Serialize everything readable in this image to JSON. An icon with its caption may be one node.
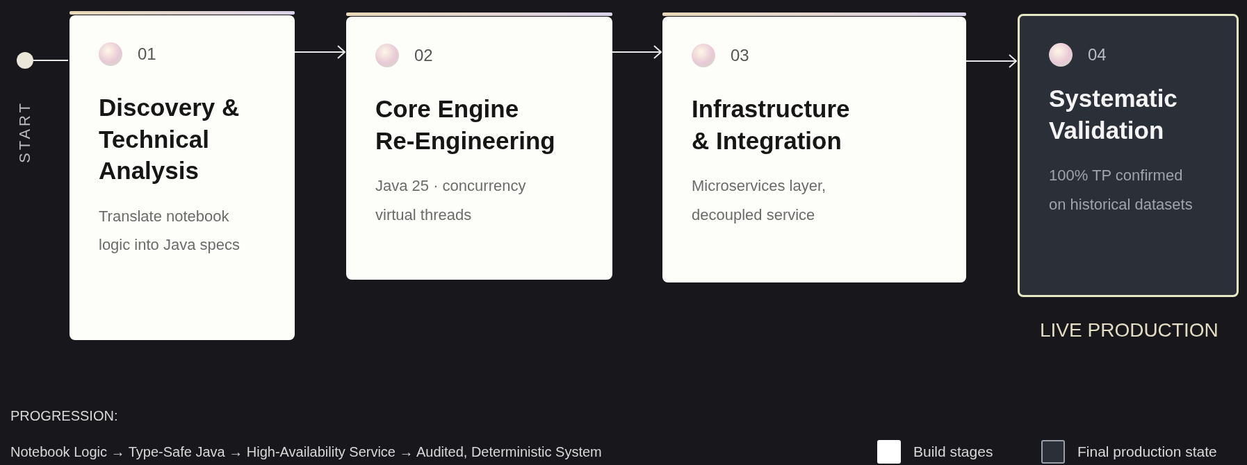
{
  "diagram": {
    "nodes": [
      {
        "text": [],
        "shape": "circle",
        "beside": [
          "START"
        ]
      },
      {
        "text": [
          "01",
          "Discovery & Technical Analysis",
          "Translate notebook logic into Java specs"
        ]
      },
      {
        "text": [
          "02",
          "Core Engine Re-Engineering",
          "Java 25 · concurrency virtual threads"
        ]
      },
      {
        "text": [
          "03",
          "Infrastructure & Integration",
          "Microservices layer, decoupled service"
        ]
      },
      {
        "text": [
          "04",
          "Systematic Validation",
          "100% TP confirmed on historical datasets"
        ],
        "beside": [
          "LIVE PRODUCTION"
        ]
      }
    ],
    "edges": [
      {
        "from": 0,
        "to": 1,
        "arrow": "none"
      },
      {
        "from": 1,
        "to": 2,
        "arrow": "to"
      },
      {
        "from": 2,
        "to": 3,
        "arrow": "to"
      },
      {
        "from": 3,
        "to": 4,
        "arrow": "to"
      }
    ],
    "labels": [
      "PROGRESSION:",
      "Notebook Logic → Type-Safe Java → High-Availability Service → Audited, Deterministic System"
    ],
    "legend": [
      {
        "text": "Build stages",
        "color": "#ffffff"
      },
      {
        "text": "Final production state",
        "color": "#2b2f37"
      }
    ]
  }
}
